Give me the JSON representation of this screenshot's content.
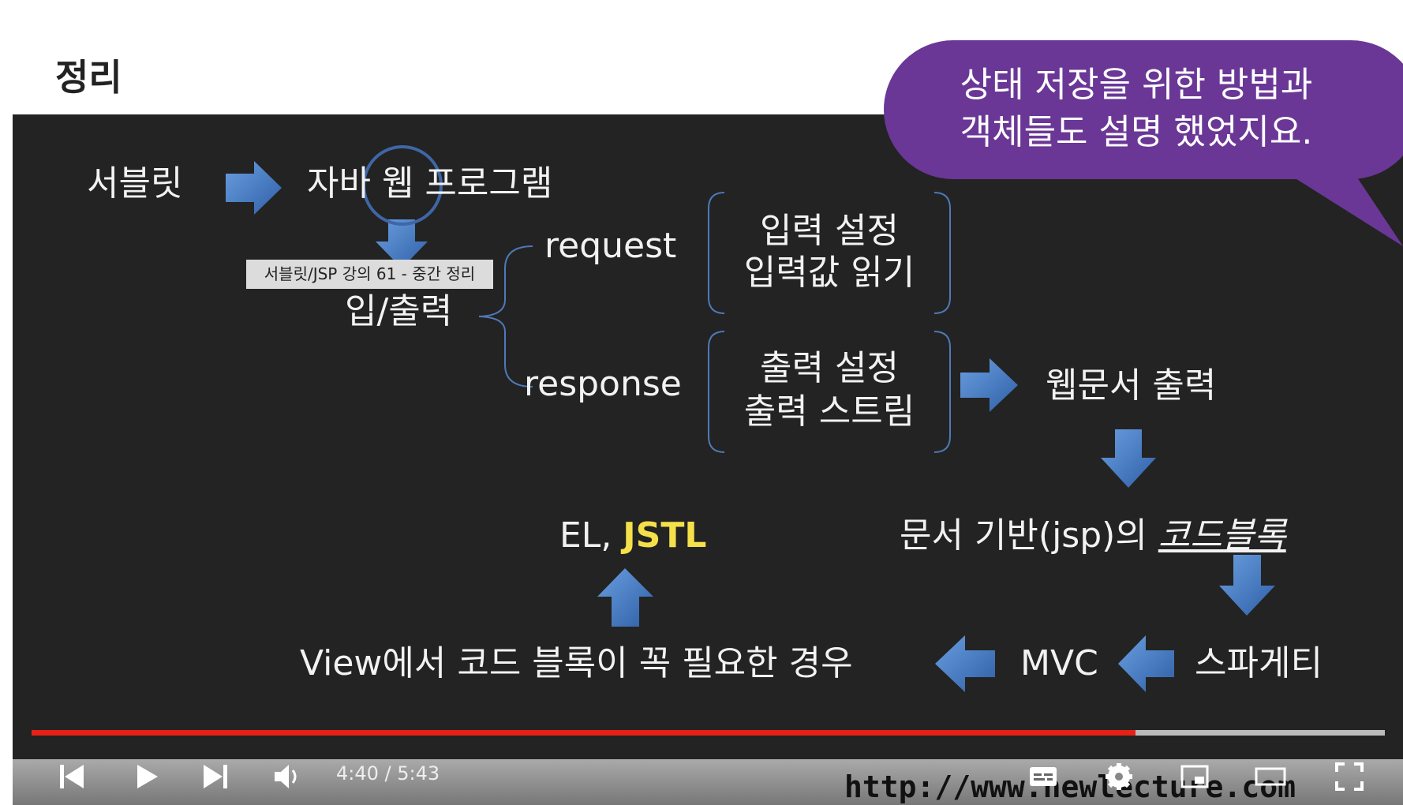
{
  "slide": {
    "title": "정리",
    "bubble": {
      "line1": "상태 저장을 위한 방법과",
      "line2": "객체들도 설명 했었지요.",
      "color": "#6a3796"
    },
    "servlet": "서블릿",
    "java_web": "자바 웹 프로그램",
    "io": "입/출력",
    "request": "request",
    "response": "response",
    "request_box": [
      "입력 설정",
      "입력값 읽기"
    ],
    "response_box": [
      "출력 설정",
      "출력 스트림"
    ],
    "web_doc_output": "웹문서 출력",
    "code_block_prefix": "문서 기반(jsp)의 ",
    "code_block": "코드블록",
    "el": "EL, ",
    "jstl": "JSTL",
    "jstl_color": "#f5e04a",
    "view_case": "View에서 코드 블록이 꼭 필요한 경우",
    "mvc": "MVC",
    "spaghetti": "스파게티",
    "arrow_color": "#4a7fc8"
  },
  "tooltip": "서블릿/JSP 강의 61 -  중간 정리",
  "player": {
    "current_time": "4:40",
    "duration": "5:43",
    "time_separator": " / ",
    "progress_percent": 81.6,
    "progress_color": "#e62117",
    "watermark": "http://www.newlecture.com",
    "icons": [
      "previous-icon",
      "play-icon",
      "next-icon",
      "volume-icon",
      "subtitles-icon",
      "settings-icon",
      "miniplayer-icon",
      "theater-icon",
      "fullscreen-icon"
    ]
  }
}
